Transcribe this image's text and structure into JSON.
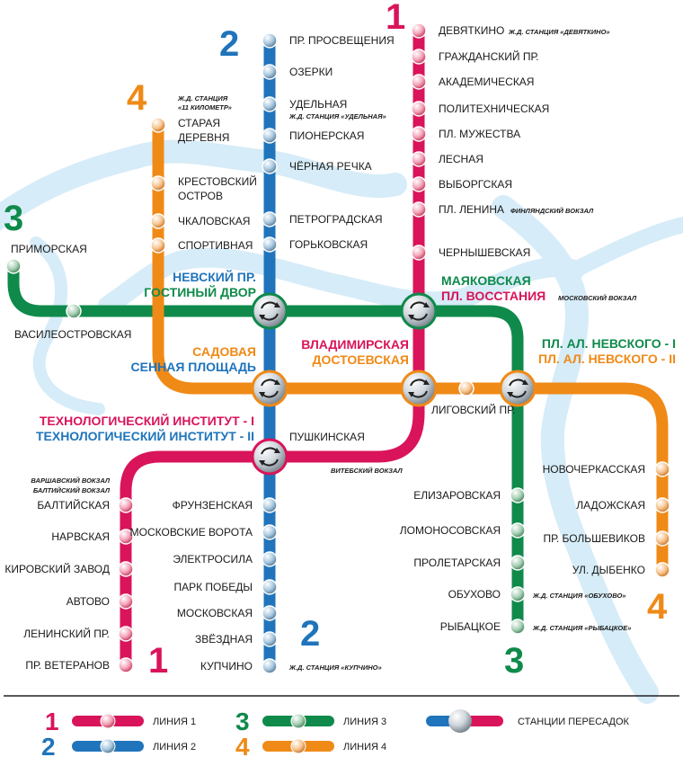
{
  "colors": {
    "line1": "#d9145a",
    "line2": "#1f74bb",
    "line3": "#0f8a4b",
    "line4": "#ef8a17",
    "water": "#d6ecf8",
    "text": "#1a1a1a"
  },
  "lines": {
    "l1": {
      "number": "1",
      "number_bottom": "1"
    },
    "l2": {
      "number": "2",
      "number_bottom": "2"
    },
    "l3": {
      "number": "3",
      "number_bottom": "3"
    },
    "l4": {
      "number": "4",
      "number_bottom": "4"
    }
  },
  "stations": {
    "devyatkino": "ДЕВЯТКИНО",
    "grazhdansky": "ГРАЖДАНСКИЙ ПР.",
    "akademicheskaya": "АКАДЕМИЧЕСКАЯ",
    "politekhnicheskaya": "ПОЛИТЕХНИЧЕСКАЯ",
    "muzhestva": "ПЛ. МУЖЕСТВА",
    "lesnaya": "ЛЕСНАЯ",
    "vyborgskaya": "ВЫБОРГСКАЯ",
    "lenina": "ПЛ. ЛЕНИНА",
    "chernyshevskaya": "ЧЕРНЫШЕВСКАЯ",
    "prosvescheniya": "ПР. ПРОСВЕЩЕНИЯ",
    "ozerki": "ОЗЕРКИ",
    "udelnaya": "УДЕЛЬНАЯ",
    "pionerskaya": "ПИОНЕРСКАЯ",
    "chernaya_rechka": "ЧЁРНАЯ РЕЧКА",
    "petrogradskaya": "ПЕТРОГРАДСКАЯ",
    "gorkovskaya": "ГОРЬКОВСКАЯ",
    "staraya_derevnya_1": "СТАРАЯ",
    "staraya_derevnya_2": "ДЕРЕВНЯ",
    "krestovsky_1": "КРЕСТОВСКИЙ",
    "krestovsky_2": "ОСТРОВ",
    "chkalovskaya": "ЧКАЛОВСКАЯ",
    "sportivnaya": "СПОРТИВНАЯ",
    "primorskaya": "ПРИМОРСКАЯ",
    "vasileostrovskaya": "ВАСИЛЕОСТРОВСКАЯ",
    "nevsky": "НЕВСКИЙ ПР.",
    "gostiny": "ГОСТИНЫЙ ДВОР",
    "mayakovskaya": "МАЯКОВСКАЯ",
    "vosstaniya": "ПЛ. ВОССТАНИЯ",
    "sadovaya": "САДОВАЯ",
    "sennaya": "СЕННАЯ ПЛОЩАДЬ",
    "vladimirskaya": "ВЛАДИМИРСКАЯ",
    "dostoevskaya": "ДОСТОЕВСКАЯ",
    "nevskogo_1": "ПЛ. АЛ. НЕВСКОГО - I",
    "nevskogo_2": "ПЛ. АЛ. НЕВСКОГО - II",
    "ligovsky": "ЛИГОВСКИЙ ПР.",
    "tech_1": "ТЕХНОЛОГИЧЕСКИЙ ИНСТИТУТ - I",
    "tech_2": "ТЕХНОЛОГИЧЕСКИЙ ИНСТИТУТ - II",
    "pushkinskaya": "ПУШКИНСКАЯ",
    "baltiyskaya": "БАЛТИЙСКАЯ",
    "narvskaya": "НАРВСКАЯ",
    "kirovsky": "КИРОВСКИЙ ЗАВОД",
    "avtovo": "АВТОВО",
    "leninsky": "ЛЕНИНСКИЙ ПР.",
    "veteranov": "ПР. ВЕТЕРАНОВ",
    "frunzenskaya": "ФРУНЗЕНСКАЯ",
    "moskovskie_vorota": "МОСКОВСКИЕ ВОРОТА",
    "elektrosila": "ЭЛЕКТРОСИЛА",
    "park_pobedy": "ПАРК ПОБЕДЫ",
    "moskovskaya": "МОСКОВСКАЯ",
    "zvezdnaya": "ЗВЁЗДНАЯ",
    "kupchino": "КУПЧИНО",
    "elizarovskaya": "ЕЛИЗАРОВСКАЯ",
    "lomonosovskaya": "ЛОМОНОСОВСКАЯ",
    "proletarskaya": "ПРОЛЕТАРСКАЯ",
    "obukhovo": "ОБУХОВО",
    "rybatskoe": "РЫБАЦКОЕ",
    "novocherkasskaya": "НОВОЧЕРКАССКАЯ",
    "ladozhskaya": "ЛАДОЖСКАЯ",
    "bolshevikov": "ПР. БОЛЬШЕВИКОВ",
    "dybenko": "УЛ. ДЫБЕНКО"
  },
  "notes": {
    "devyatkino": "Ж.Д. СТАНЦИЯ «ДЕВЯТКИНО»",
    "km11_1": "Ж.Д. СТАНЦИЯ",
    "km11_2": "«11 КИЛОМЕТР»",
    "udelnaya": "Ж.Д. СТАНЦИЯ «УДЕЛЬНАЯ»",
    "finlyandsky": "ФИНЛЯНДСКИЙ ВОКЗАЛ",
    "moskovsky": "МОСКОВСКИЙ ВОКЗАЛ",
    "vitebsky": "ВИТЕБСКИЙ ВОКЗАЛ",
    "varshavsky": "ВАРШАВСКИЙ ВОКЗАЛ",
    "baltiysky": "БАЛТИЙСКИЙ ВОКЗАЛ",
    "kupchino": "Ж.Д. СТАНЦИЯ «КУПЧИНО»",
    "obukhovo": "Ж.Д. СТАНЦИЯ «ОБУХОВО»",
    "rybatskoe": "Ж.Д. СТАНЦИЯ «РЫБАЦКОЕ»"
  },
  "legend": {
    "line1_num": "1",
    "line1": "ЛИНИЯ 1",
    "line2_num": "2",
    "line2": "ЛИНИЯ 2",
    "line3_num": "3",
    "line3": "ЛИНИЯ 3",
    "line4_num": "4",
    "line4": "ЛИНИЯ 4",
    "transfer": "СТАНЦИИ ПЕРЕСАДОК"
  }
}
